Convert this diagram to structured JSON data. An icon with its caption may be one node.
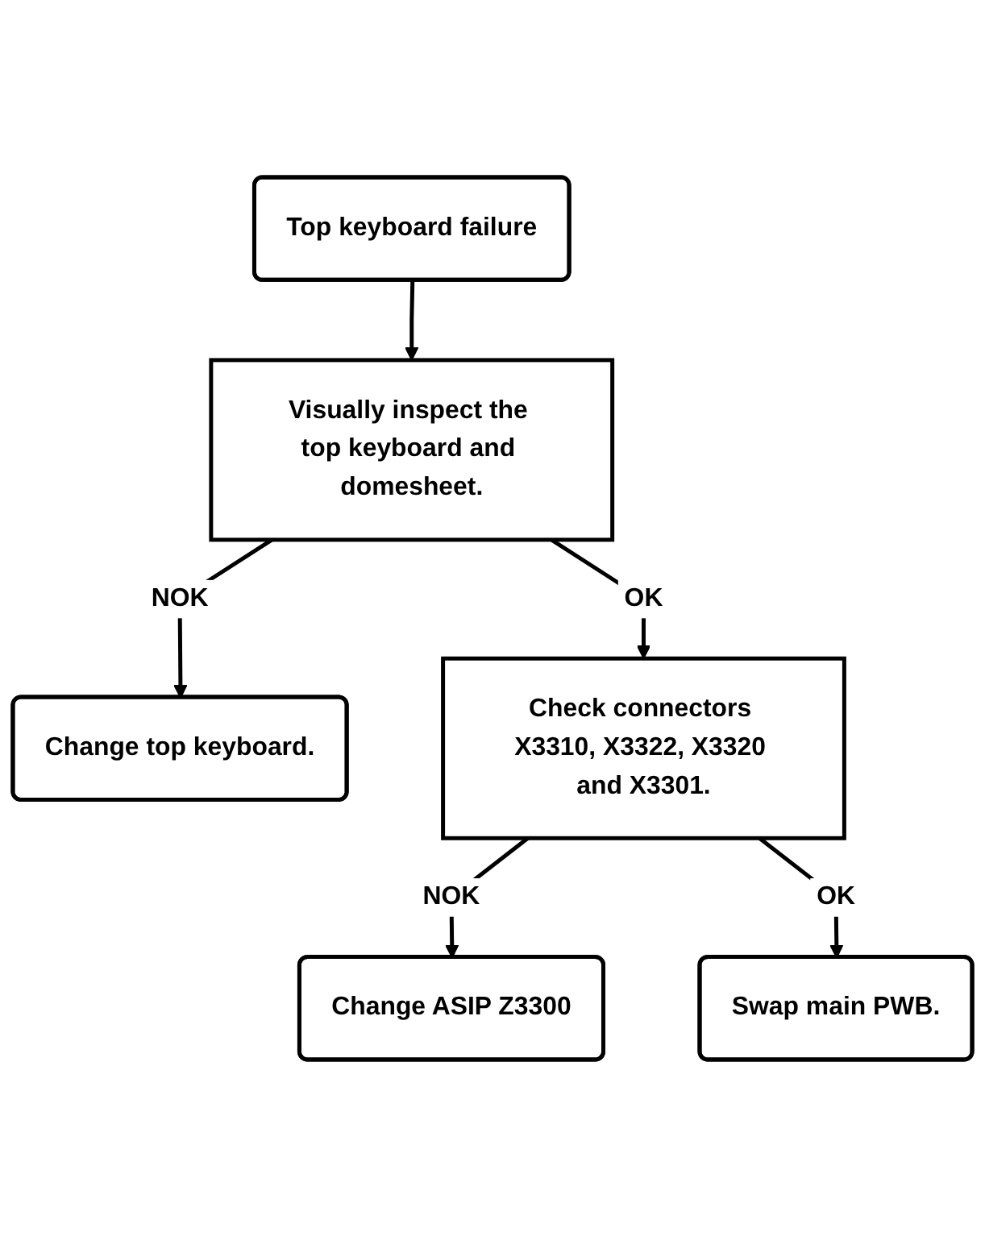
{
  "diagram": {
    "nodes": [
      {
        "text": [
          "Top keyboard failure"
        ]
      },
      {
        "text": [
          "Visually inspect the top keyboard and domesheet."
        ]
      },
      {
        "text": [
          "Change top keyboard."
        ]
      },
      {
        "text": [
          "Check connectors X3310, X3322, X3320 and X3301."
        ]
      },
      {
        "text": [
          "Change ASIP Z3300"
        ]
      },
      {
        "text": [
          "Swap main PWB."
        ]
      }
    ],
    "edges": [
      {
        "from": 0,
        "to": 1,
        "arrow": "to"
      },
      {
        "from": 1,
        "to": 2,
        "label": "NOK",
        "arrow": "to"
      },
      {
        "from": 1,
        "to": 3,
        "label": "OK",
        "arrow": "to"
      },
      {
        "from": 3,
        "to": 4,
        "label": "NOK",
        "arrow": "to"
      },
      {
        "from": 3,
        "to": 5,
        "label": "OK",
        "arrow": "to"
      }
    ]
  }
}
